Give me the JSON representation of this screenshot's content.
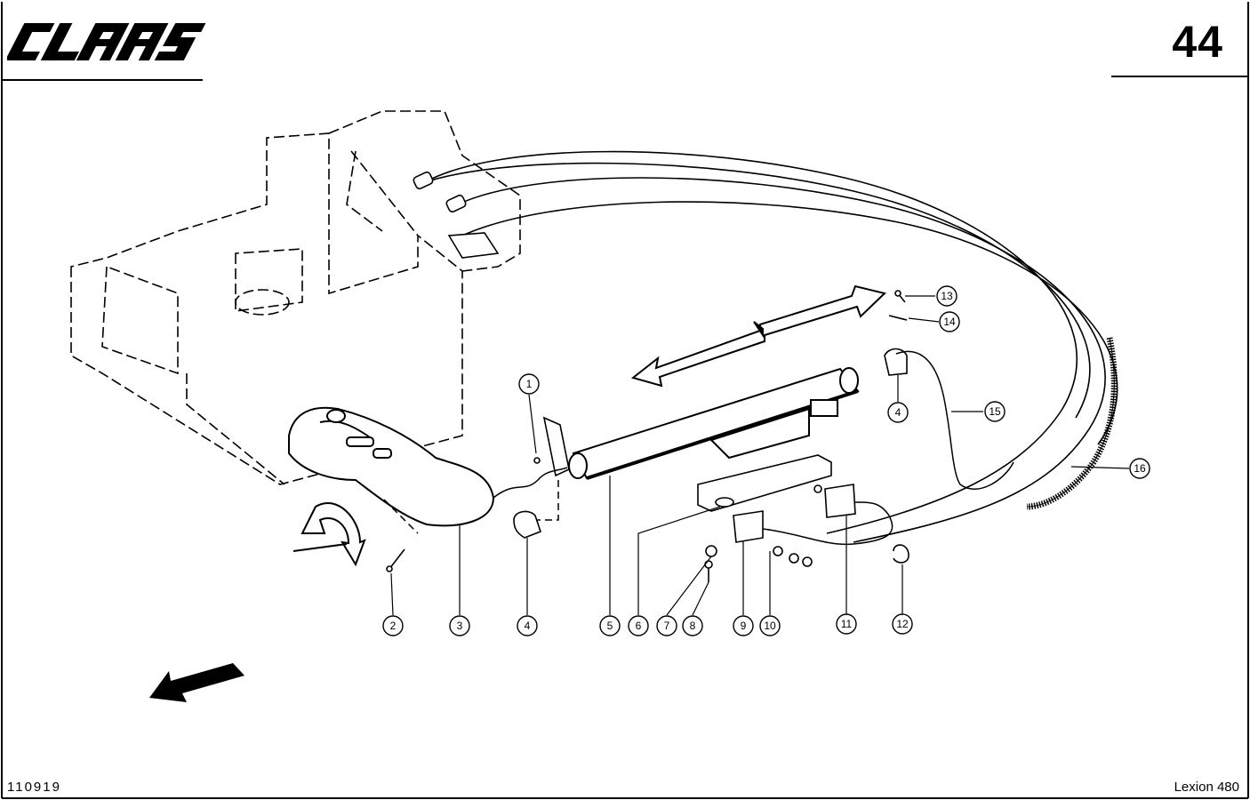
{
  "header": {
    "brand_logo": "CLAAS",
    "page_number": "44"
  },
  "footer": {
    "document_id": "110919",
    "model": "Lexion 480"
  },
  "callouts": [
    {
      "label": "1"
    },
    {
      "label": "2"
    },
    {
      "label": "3"
    },
    {
      "label": "4"
    },
    {
      "label": "4"
    },
    {
      "label": "5"
    },
    {
      "label": "6"
    },
    {
      "label": "7"
    },
    {
      "label": "8"
    },
    {
      "label": "9"
    },
    {
      "label": "10"
    },
    {
      "label": "11"
    },
    {
      "label": "12"
    },
    {
      "label": "13"
    },
    {
      "label": "14"
    },
    {
      "label": "15"
    },
    {
      "label": "16"
    }
  ],
  "colors": {
    "ink": "#000000",
    "paper": "#ffffff"
  }
}
